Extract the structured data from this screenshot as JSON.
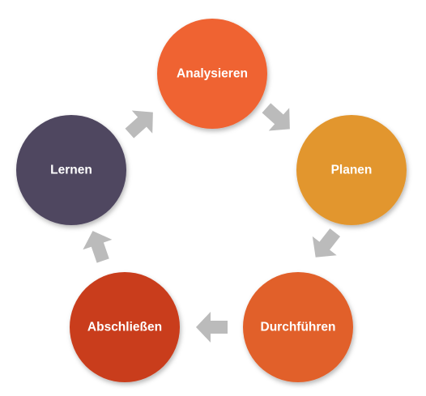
{
  "cycle": {
    "nodes": [
      {
        "label": "Analysieren",
        "color": "#EF6431"
      },
      {
        "label": "Planen",
        "color": "#E2962D"
      },
      {
        "label": "Durchführen",
        "color": "#E1602A"
      },
      {
        "label": "Abschließen",
        "color": "#C93D1C"
      },
      {
        "label": "Lernen",
        "color": "#4F4661"
      }
    ],
    "arrow_color": "#BBBBBB",
    "arrow_icon": "gray-arrow-icon"
  }
}
